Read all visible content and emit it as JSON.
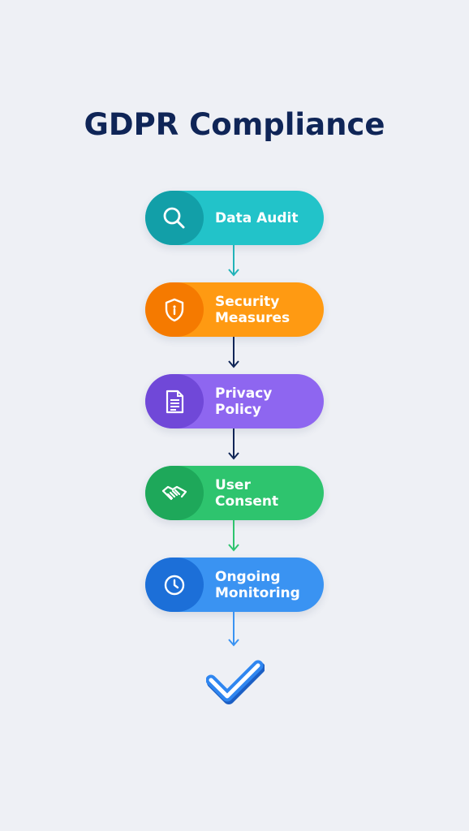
{
  "title": "GDPR Compliance",
  "steps": [
    {
      "label": "Data Audit",
      "icon": "magnifier-icon",
      "color": "#22c3c9",
      "icon_bg": "#129fa8"
    },
    {
      "label": "Security\nMeasures",
      "icon": "shield-icon",
      "color": "#ff9a12",
      "icon_bg": "#f57a00"
    },
    {
      "label": "Privacy\nPolicy",
      "icon": "document-icon",
      "color": "#8e66f0",
      "icon_bg": "#7048d8"
    },
    {
      "label": "User\nConsent",
      "icon": "handshake-icon",
      "color": "#2ec46e",
      "icon_bg": "#1ea85a"
    },
    {
      "label": "Ongoing\nMonitoring",
      "icon": "clock-icon",
      "color": "#3a93f2",
      "icon_bg": "#1c6fd8"
    }
  ],
  "connector_colors": [
    "#22b3b9",
    "#0f2557",
    "#0f2557",
    "#2ec46e",
    "#3a93f2"
  ],
  "final_icon": "checkmark-icon",
  "check_color": "#2f86f0"
}
